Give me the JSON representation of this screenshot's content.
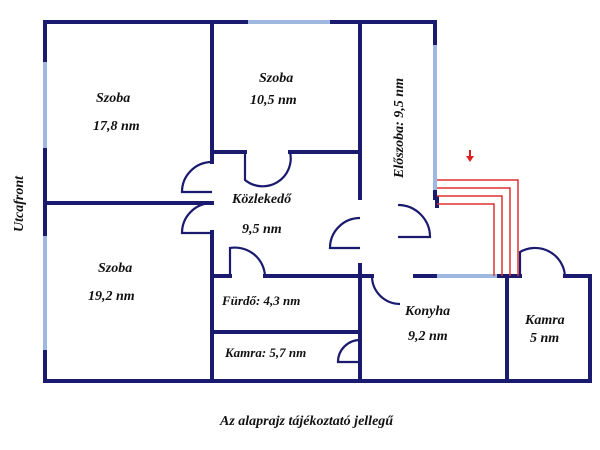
{
  "street_label": "Utcafront",
  "rooms": [
    {
      "name": "Szoba",
      "area": "17,8 nm"
    },
    {
      "name": "Szoba",
      "area": "10,5 nm"
    },
    {
      "name": "Előszoba: 9,5 nm"
    },
    {
      "name": "Közlekedő",
      "area": "9,5 nm"
    },
    {
      "name": "Szoba",
      "area": "19,2 nm"
    },
    {
      "name": "Fürdő: 4,3 nm"
    },
    {
      "name": "Kamra: 5,7 nm"
    },
    {
      "name": "Konyha",
      "area": "9,2 nm"
    },
    {
      "name": "Kamra",
      "area": "5 nm"
    }
  ],
  "footer_note": "Az alaprajz tájékoztató jellegű",
  "colors": {
    "wall": "#1a1a6e",
    "window": "#9fb8df",
    "stair": "#e03030",
    "arrow": "#dd2020"
  }
}
